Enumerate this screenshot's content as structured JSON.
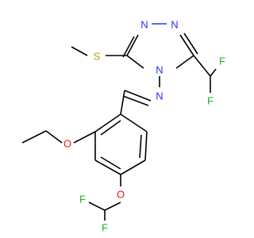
{
  "molecule": {
    "atoms": {
      "n_triazole_1": "N",
      "n_triazole_2": "N",
      "n_triazole_4": "N",
      "s_methylthio": "S",
      "f_top_1": "F",
      "f_top_2": "F",
      "n_imine": "N",
      "o_ethoxy": "O",
      "o_difluoromethoxy": "O",
      "f_bottom_1": "F",
      "f_bottom_2": "F"
    },
    "colors": {
      "nitrogen": "#2233ff",
      "sulfur": "#b8a000",
      "fluorine": "#20b020",
      "oxygen": "#ee1111",
      "carbon": "#000000"
    }
  }
}
